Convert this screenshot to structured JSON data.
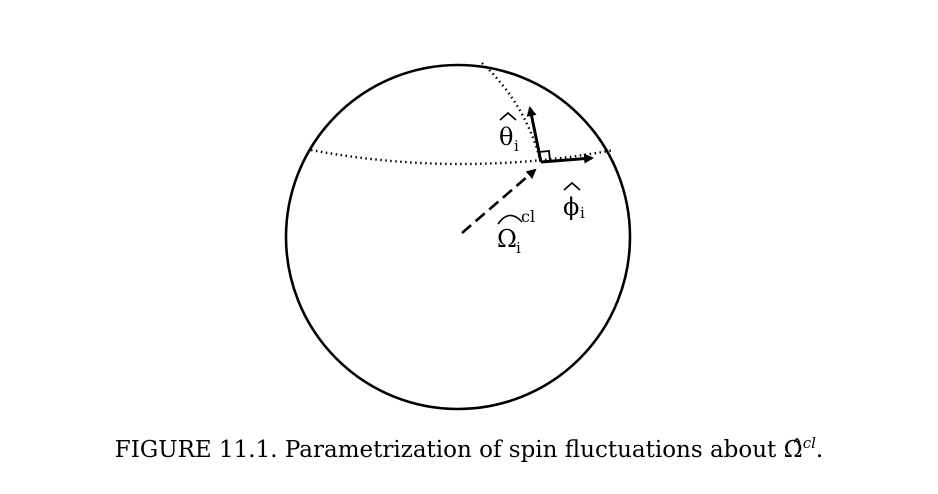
{
  "figure": {
    "labels": {
      "theta": "θ",
      "theta_sub": "i",
      "phi": "ϕ",
      "phi_sub": "i",
      "omega": "Ω",
      "omega_sub": "i",
      "omega_sup": "cl"
    }
  },
  "caption": {
    "text": "FIGURE 11.1. Parametrization of spin fluctuations about ",
    "symbol": "Ω̂",
    "superscript": "cl",
    "period": "."
  }
}
